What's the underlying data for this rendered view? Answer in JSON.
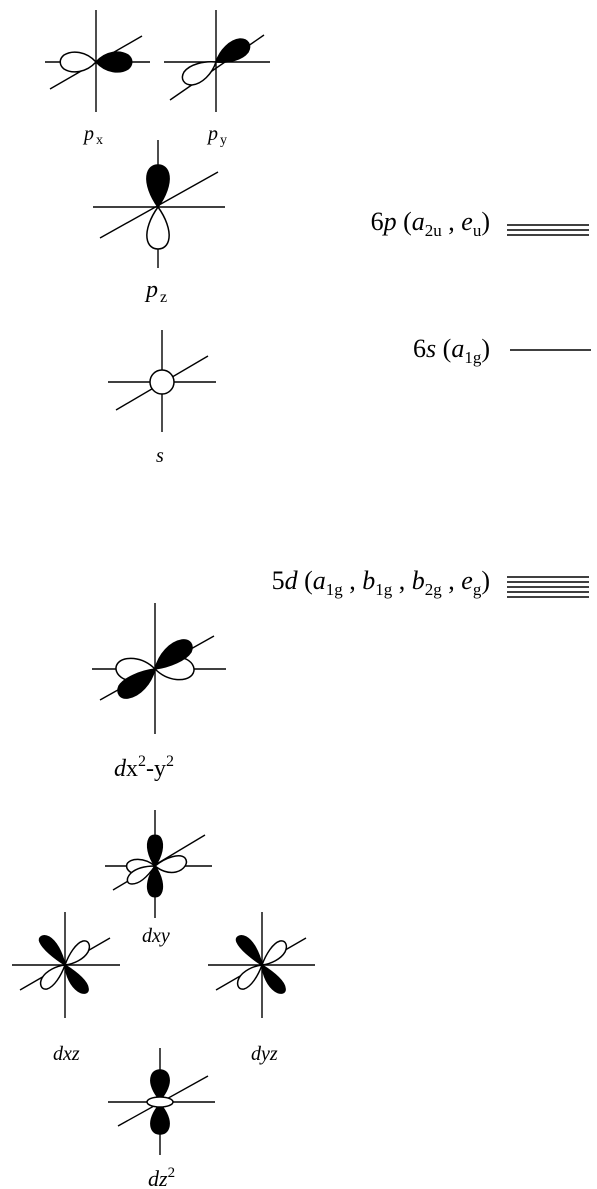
{
  "orbitals": {
    "px": {
      "main": "p",
      "sub": "x"
    },
    "py": {
      "main": "p",
      "sub": "y"
    },
    "pz": {
      "main": "p",
      "sub": "z"
    },
    "s": {
      "main": "s"
    },
    "dx2y2": {
      "d": "d",
      "x": "x",
      "sup1": "2",
      "dash": "-y",
      "sup2": "2"
    },
    "dxy": {
      "text": "dxy"
    },
    "dxz": {
      "text": "dxz"
    },
    "dyz": {
      "text": "dyz"
    },
    "dz2": {
      "d": "dz",
      "sup": "2"
    }
  },
  "levels": {
    "six_p": {
      "n": "6",
      "l": "p",
      "open": " (",
      "a": "a",
      "a_sub": "2u",
      "comma": " , ",
      "e": "e",
      "e_sub": "u",
      "close": ")",
      "line_count": 3
    },
    "six_s": {
      "n": "6",
      "l": "s",
      "open": " (",
      "a": "a",
      "a_sub": "1g",
      "close": ")",
      "line_count": 1
    },
    "five_d": {
      "n": "5",
      "l": "d",
      "open": " (",
      "a": "a",
      "a_sub": "1g",
      "c1": " , ",
      "b1": "b",
      "b1_sub": "1g",
      "c2": " , ",
      "b2": "b",
      "b2_sub": "2g",
      "c3": " , ",
      "e": "e",
      "e_sub": "g",
      "close": ")",
      "line_count": 5
    }
  }
}
